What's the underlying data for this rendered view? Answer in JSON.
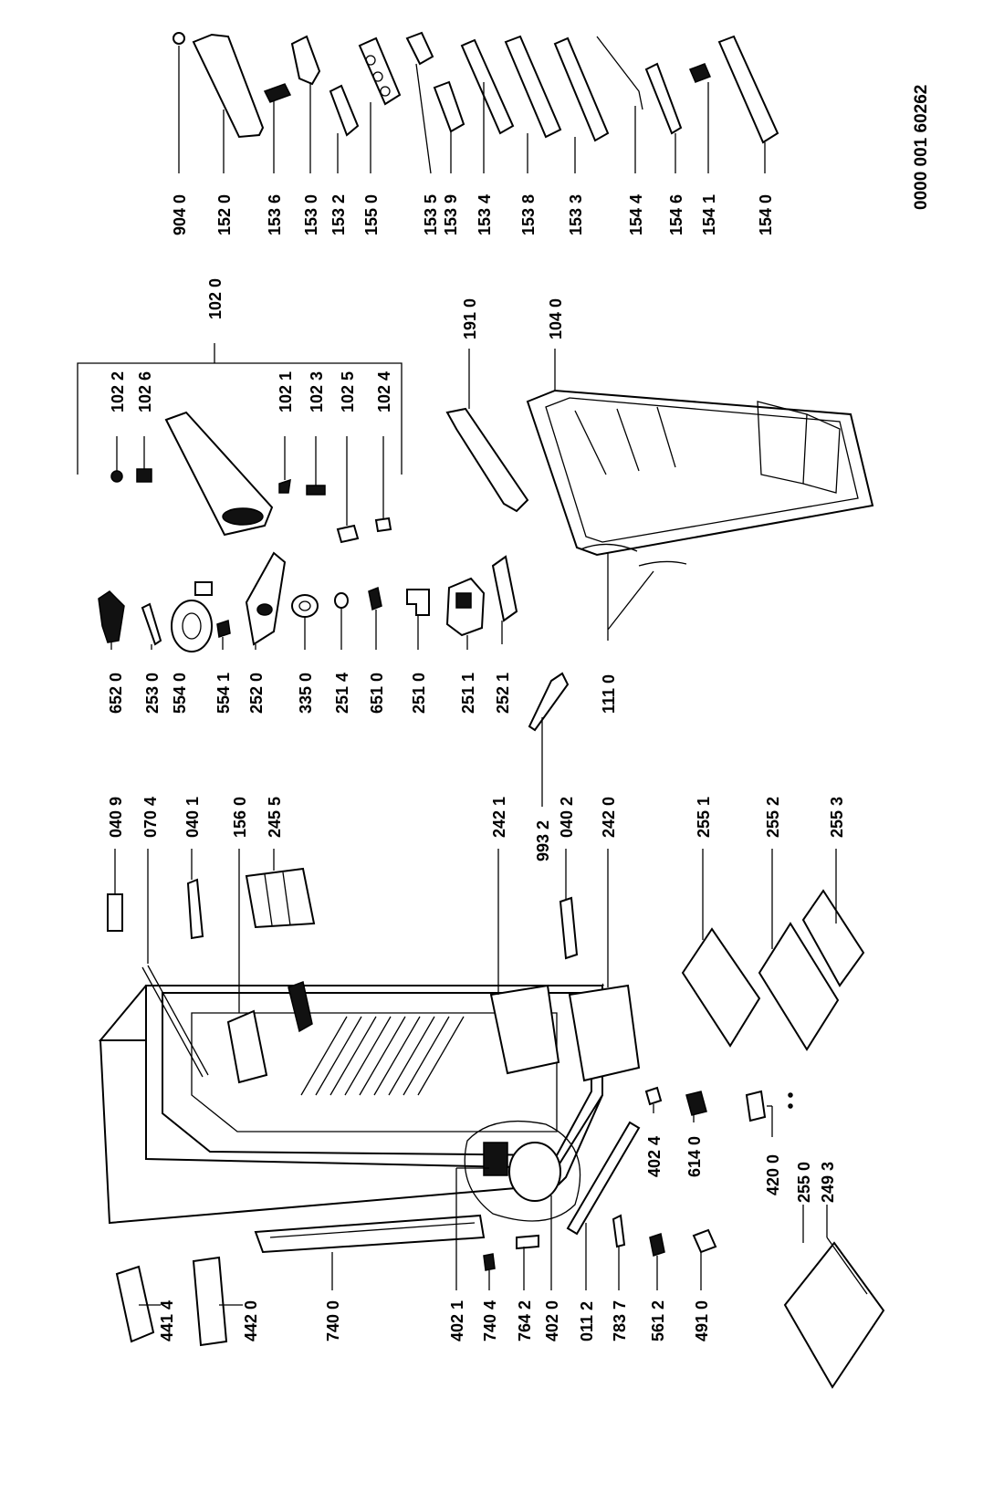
{
  "document_number": "0000 001 60262",
  "labels": {
    "p9040": "904 0",
    "p1520": "152 0",
    "p1536": "153 6",
    "p1530": "153 0",
    "p1532": "153 2",
    "p1550": "155 0",
    "p1535": "153 5",
    "p1539": "153 9",
    "p1534": "153 4",
    "p1538": "153 8",
    "p1533": "153 3",
    "p1544": "154 4",
    "p1546": "154 6",
    "p1541": "154 1",
    "p1540": "154 0",
    "p1020": "102 0",
    "p1022": "102 2",
    "p1026": "102 6",
    "p1021": "102 1",
    "p1023": "102 3",
    "p1025": "102 5",
    "p1024": "102 4",
    "p1910": "191 0",
    "p1040": "104 0",
    "p6520": "652 0",
    "p2530": "253 0",
    "p5540": "554 0",
    "p5541": "554 1",
    "p2520": "252 0",
    "p3350": "335 0",
    "p2514": "251 4",
    "p6510": "651 0",
    "p2510": "251 0",
    "p2511": "251 1",
    "p2521": "252 1",
    "p1110": "111 0",
    "p0409": "040 9",
    "p0704": "070 4",
    "p0401": "040 1",
    "p1560": "156 0",
    "p2455": "245 5",
    "p2421": "242 1",
    "p9932": "993 2",
    "p0402": "040 2",
    "p2420": "242 0",
    "p2551": "255 1",
    "p2552": "255 2",
    "p2553": "255 3",
    "p4414": "441 4",
    "p4420": "442 0",
    "p7400": "740 0",
    "p4021": "402 1",
    "p7404": "740 4",
    "p7642": "764 2",
    "p4020": "402 0",
    "p0112": "011 2",
    "p7837": "783 7",
    "p5612": "561 2",
    "p4910": "491 0",
    "p4024": "402 4",
    "p6140": "614 0",
    "p4200": "420 0",
    "p2550": "255 0",
    "p2493": "249 3"
  }
}
